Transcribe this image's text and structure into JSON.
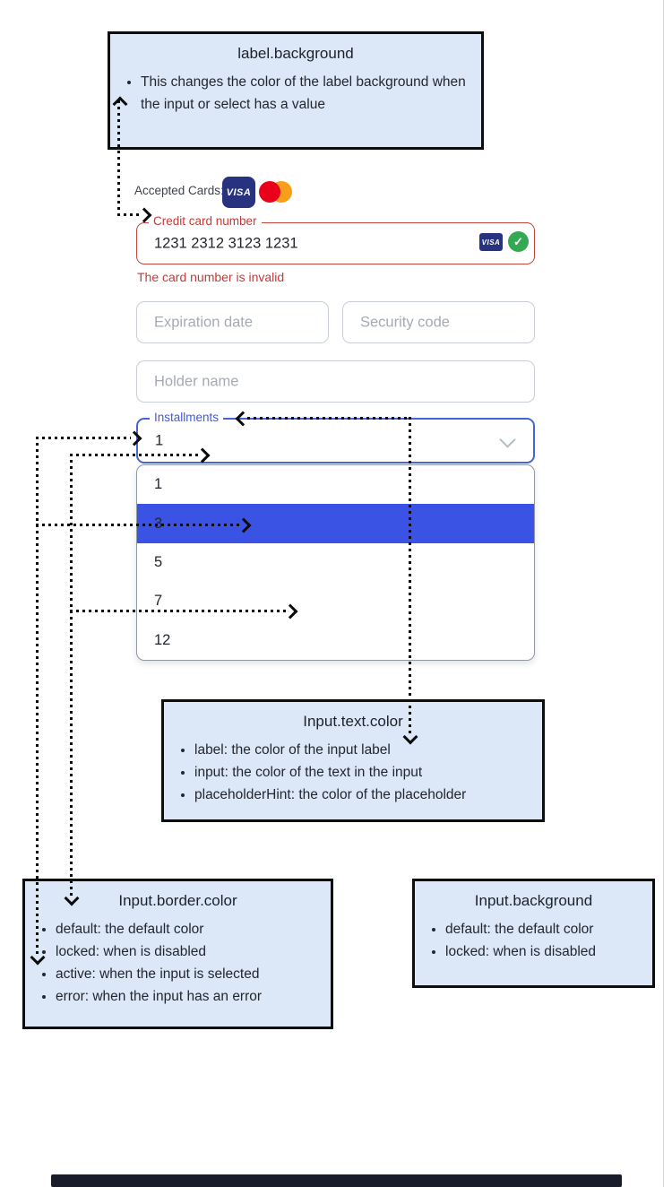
{
  "callouts": {
    "label_background": {
      "title": "label.background",
      "bullets": [
        "This changes the color of the label background when the input or select has a value"
      ]
    },
    "input_text_color": {
      "title": "Input.text.color",
      "bullets": [
        "label: the color of the input label",
        "input: the color of the text in the input",
        "placeholderHint: the color of the placeholder"
      ]
    },
    "input_border_color": {
      "title": "Input.border.color",
      "bullets": [
        "default: the default color",
        "locked: when is disabled",
        "active: when the input is selected",
        "error: when the input has an error"
      ]
    },
    "input_background": {
      "title": "Input.background",
      "bullets": [
        "default: the default color",
        "locked: when is disabled"
      ]
    }
  },
  "form": {
    "accepted_cards_label": "Accepted Cards:",
    "visa_badge_text": "VISA",
    "card_number": {
      "label": "Credit card number",
      "value": "1231 2312 3123 1231",
      "error": "The card number is invalid"
    },
    "expiration_placeholder": "Expiration date",
    "security_placeholder": "Security code",
    "holder_placeholder": "Holder name",
    "installments": {
      "label": "Installments",
      "value": "1",
      "options": [
        "1",
        "3",
        "5",
        "7",
        "12"
      ],
      "highlighted_option": "3"
    },
    "verified_check": "✓"
  },
  "icons": [
    "visa-icon",
    "mastercard-icon",
    "verified-icon",
    "chevron-down-icon"
  ],
  "colors": {
    "callout_bg": "#dce8f7",
    "error_red": "#c33b38",
    "active_border_blue": "#4663d8",
    "label_blue": "#3f5cd8",
    "highlight_row_blue": "#3b53e4",
    "placeholder_gray": "#a5aab4",
    "visa_navy": "#27337e",
    "mastercard_red": "#eb001b",
    "mastercard_orange": "#f79e1b",
    "check_green": "#34a853",
    "bottom_bar": "#191d2b"
  }
}
